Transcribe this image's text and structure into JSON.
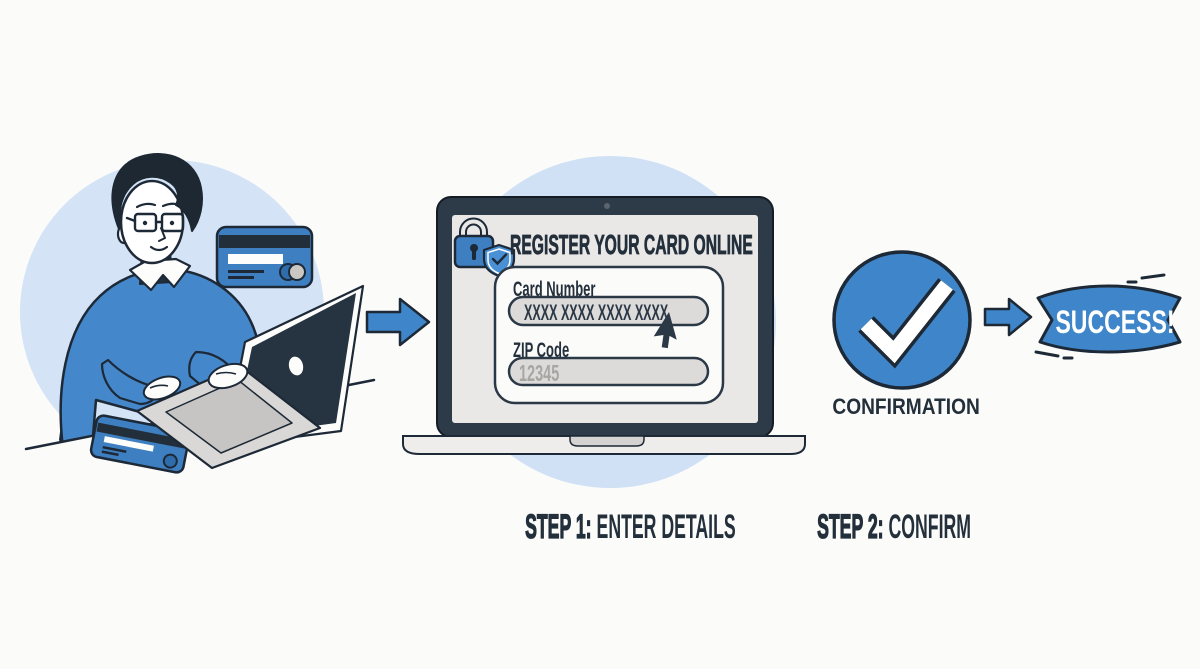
{
  "form": {
    "title": "REGISTER YOUR CARD ONLINE",
    "card_number_label": "Card Number",
    "card_number_value": "XXXX XXXX XXXX XXXX",
    "zip_label": "ZIP Code",
    "zip_placeholder": "12345"
  },
  "confirmation": {
    "label": "CONFIRMATION"
  },
  "success": {
    "label": "SUCCESS!"
  },
  "steps": {
    "step1_strong": "STEP 1:",
    "step1_rest": "ENTER DETAILS",
    "step2_strong": "STEP 2:",
    "step2_rest": "CONFIRM"
  },
  "icons": {
    "lock": "lock-icon",
    "shield_check": "shield-check-icon",
    "checkmark": "checkmark-icon",
    "cursor": "cursor-pointer-icon",
    "arrow_right": "arrow-right-icon",
    "credit_card": "credit-card-icon",
    "webcam": "webcam-dot-icon"
  },
  "colors": {
    "background": "#fbfbfa",
    "accent_blue": "#3e86c9",
    "sweater_blue": "#4587cb",
    "light_blue": "#d4e3f5",
    "dark_navy": "#1d2936",
    "text_dark": "#232f3b",
    "screen_gray": "#e9e8e6",
    "input_gray": "#dcdbda",
    "placeholder_gray": "#a8a6a3"
  }
}
